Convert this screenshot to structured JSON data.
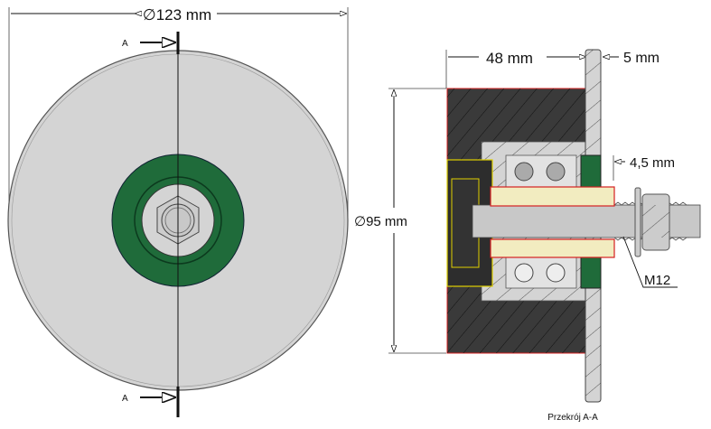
{
  "front_view": {
    "diameter_label": "∅123 mm",
    "section_mark_top": "A",
    "section_mark_bottom": "A"
  },
  "section_view": {
    "width_label": "48 mm",
    "flange_label": "5 mm",
    "diameter_label": "∅95 mm",
    "offset_label": "4,5 mm",
    "thread_label": "M12",
    "caption": "Przekrój A-A"
  },
  "colors": {
    "wheel_grey": "#d4d4d4",
    "seal_green": "#1f6b3a",
    "tread_dark": "#3a3a3a",
    "sleeve_yellow": "#f2ecc0",
    "outline_red": "#d42020"
  }
}
